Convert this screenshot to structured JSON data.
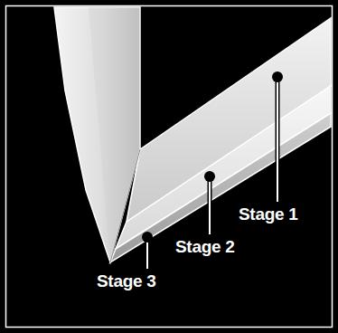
{
  "diagram": {
    "labels": [
      "Stage 1",
      "Stage 2",
      "Stage 3"
    ]
  }
}
